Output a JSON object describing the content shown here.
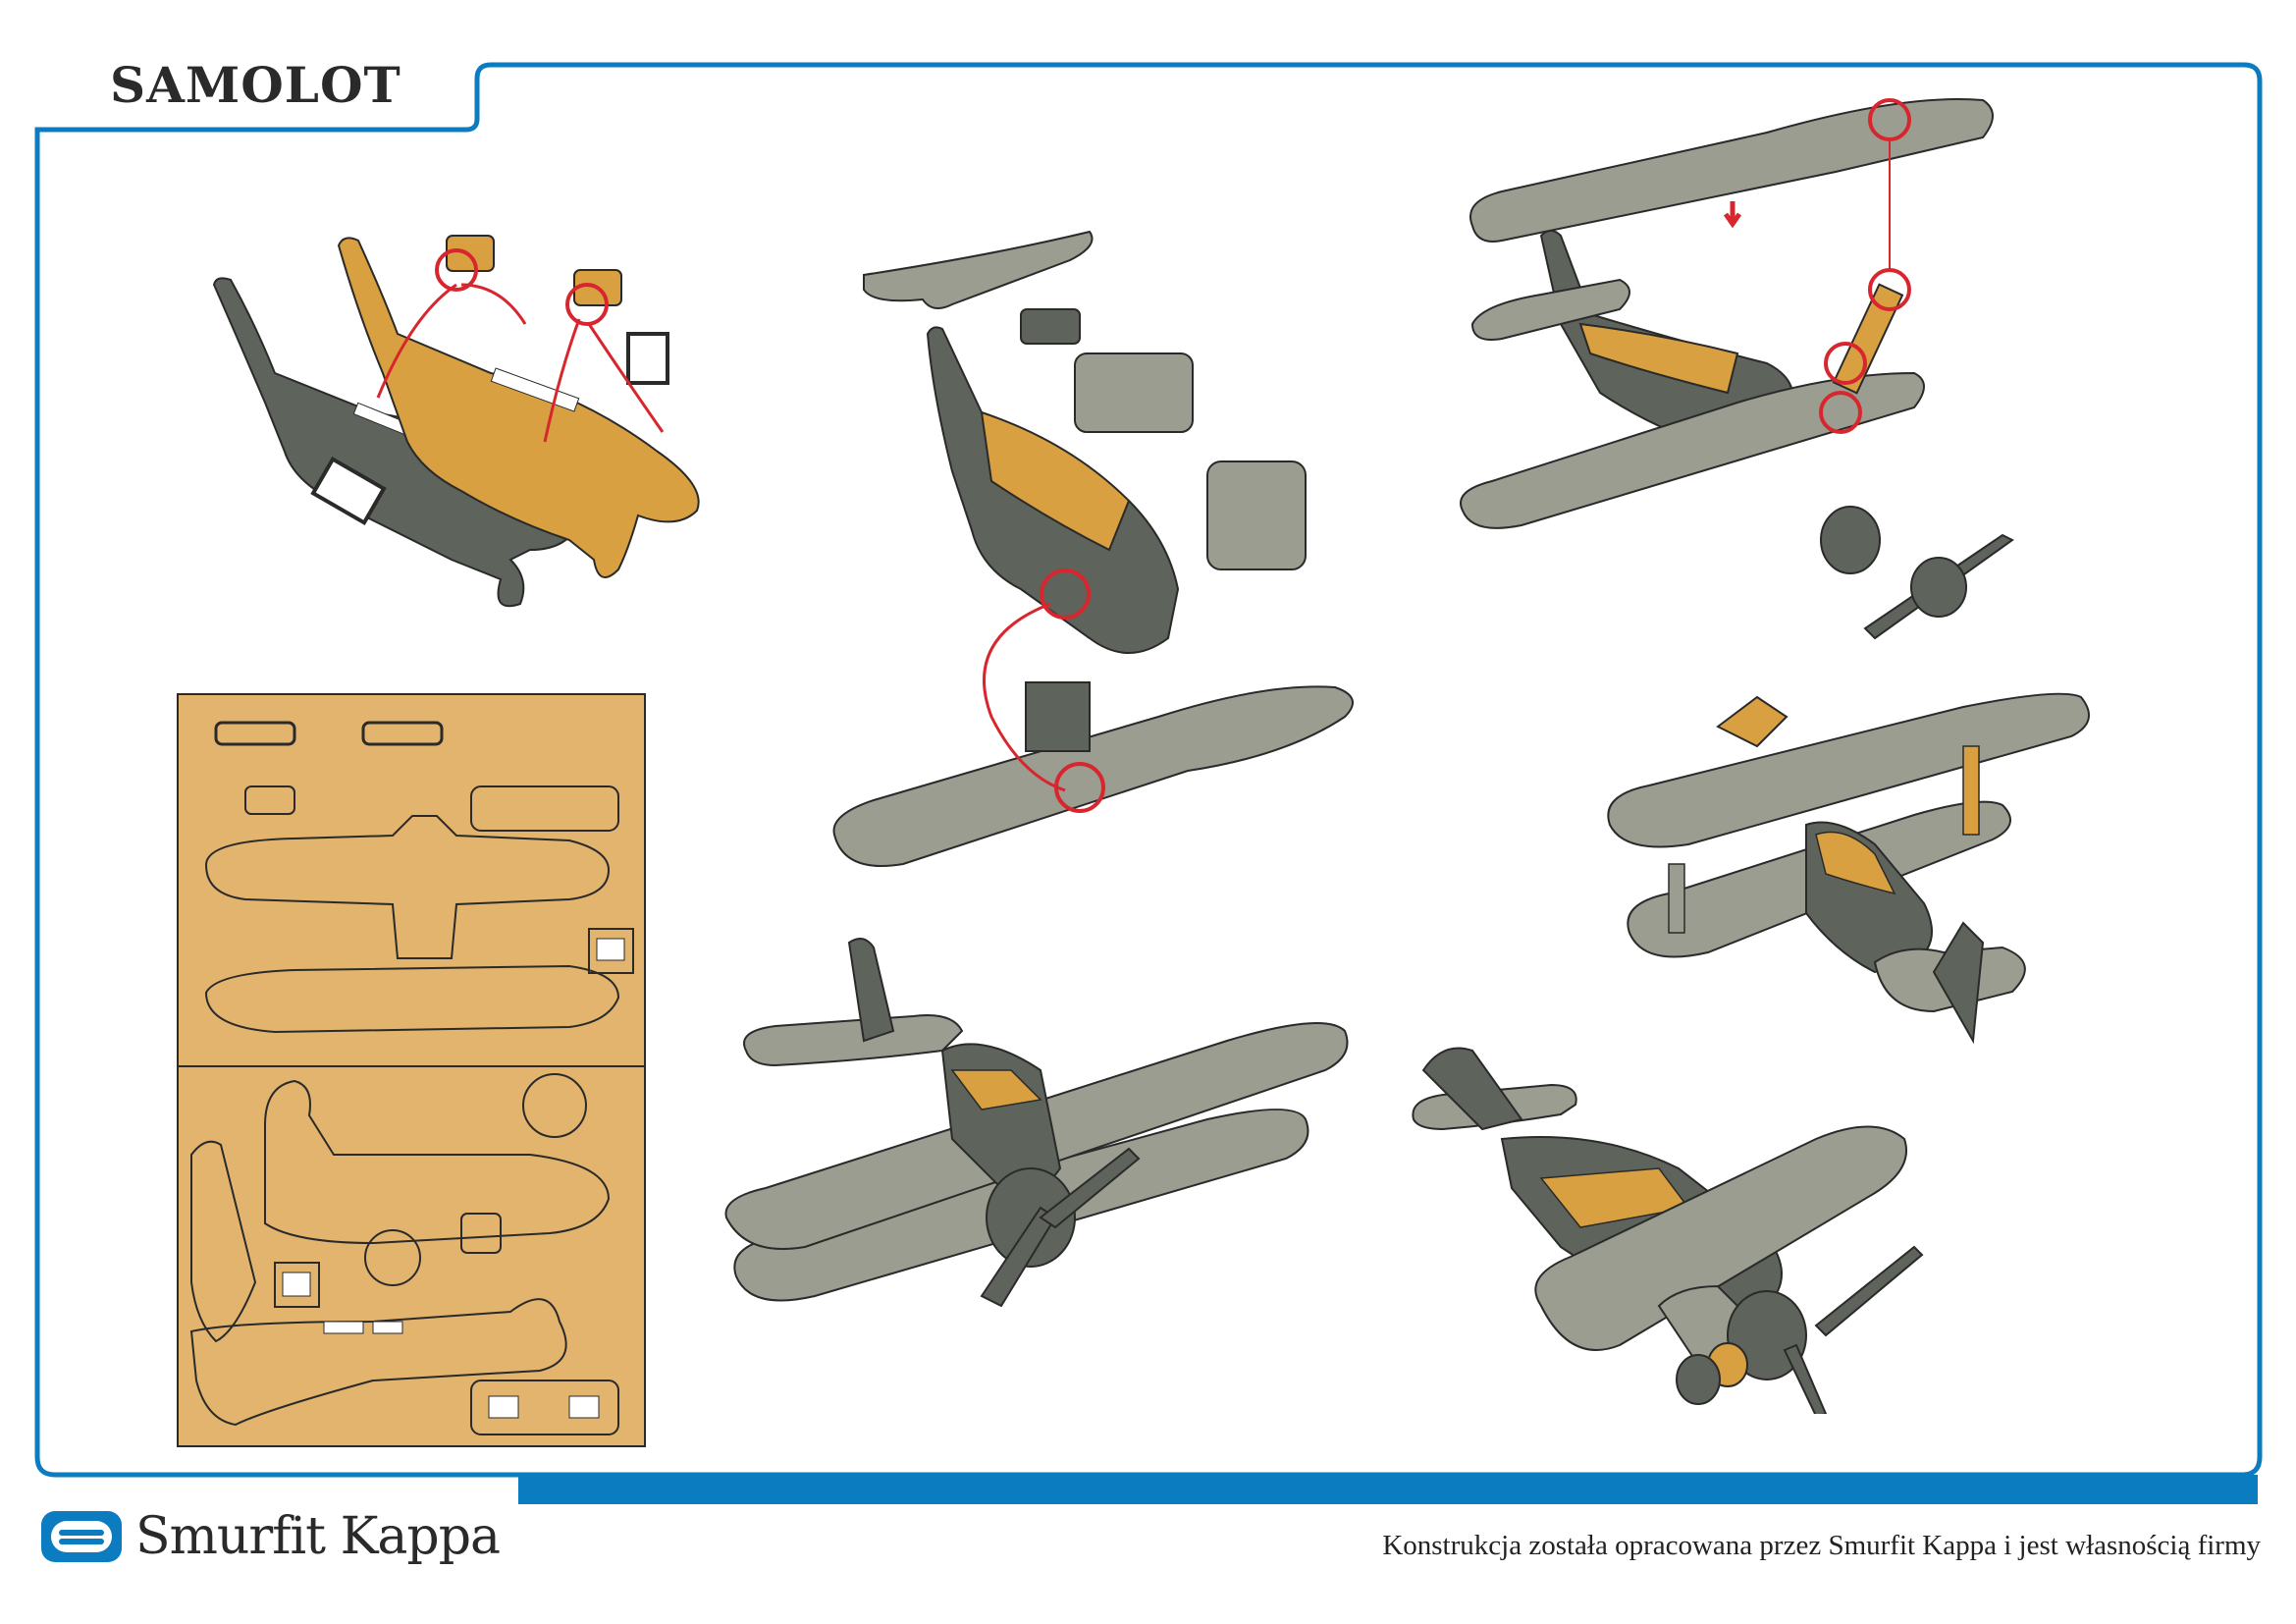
{
  "title": "SAMOLOT",
  "brand": {
    "name": "Smurfit Kappa",
    "logo_icon": "smurfit-kappa-logo-icon",
    "color": "#0c7cc1"
  },
  "footer": {
    "copyright": "Konstrukcja została opracowana przez Smurfit Kappa i jest własnością firmy"
  },
  "colors": {
    "frame_blue": "#0c7cc1",
    "gray_part": "#9a9d90",
    "dark_part": "#5e635b",
    "orange_part": "#d8a040",
    "cardboard": "#e2b46e",
    "highlight_red": "#d8262e"
  },
  "figures": [
    {
      "id": "step-1",
      "icon": "fuselage-halves-assembly-illustration"
    },
    {
      "id": "cardboard-sheet",
      "icon": "die-cut-sheet-illustration"
    },
    {
      "id": "step-2",
      "icon": "tail-and-lower-wing-assembly-illustration"
    },
    {
      "id": "step-3",
      "icon": "upper-wing-and-propeller-assembly-illustration"
    },
    {
      "id": "finished-1",
      "icon": "finished-biplane-view-1"
    },
    {
      "id": "finished-2",
      "icon": "finished-biplane-view-2"
    },
    {
      "id": "finished-3",
      "icon": "finished-biplane-view-3"
    }
  ]
}
